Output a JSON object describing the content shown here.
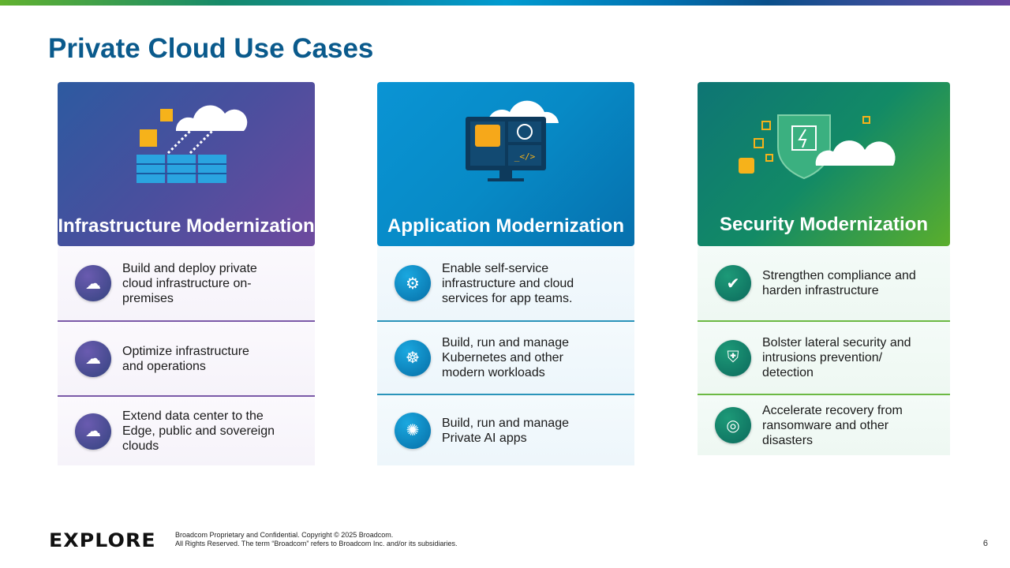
{
  "title": "Private Cloud Use Cases",
  "columns": [
    {
      "heading": "Infrastructure Modernization",
      "items": [
        {
          "icon": "cloud-database-icon",
          "text": "Build and deploy private cloud infrastructure on-premises"
        },
        {
          "icon": "cloud-network-icon",
          "text": "Optimize infrastructure and operations"
        },
        {
          "icon": "cloud-server-icon",
          "text": "Extend data center to the Edge, public and sovereign clouds"
        }
      ]
    },
    {
      "heading": "Application Modernization",
      "items": [
        {
          "icon": "gear-check-icon",
          "text": "Enable self-service infrastructure and cloud services for app teams."
        },
        {
          "icon": "kubernetes-icon",
          "text": "Build, run and manage Kubernetes and other modern workloads"
        },
        {
          "icon": "ai-head-icon",
          "text": "Build, run and manage Private AI apps"
        }
      ]
    },
    {
      "heading": "Security Modernization",
      "items": [
        {
          "icon": "shield-check-icon",
          "text": "Strengthen compliance and harden infrastructure"
        },
        {
          "icon": "shield-lock-icon",
          "text": "Bolster lateral security and intrusions prevention/ detection"
        },
        {
          "icon": "lifebuoy-icon",
          "text": "Accelerate recovery from ransomware and other disasters"
        }
      ]
    }
  ],
  "footer": {
    "logo": "EXPLORE",
    "legal_line1": "Broadcom Proprietary and Confidential. Copyright © 2025 Broadcom.",
    "legal_line2": "All Rights Reserved. The term “Broadcom” refers to Broadcom Inc. and/or its subsidiaries.",
    "page_number": "6"
  },
  "glyphs": {
    "code": "_</>"
  }
}
